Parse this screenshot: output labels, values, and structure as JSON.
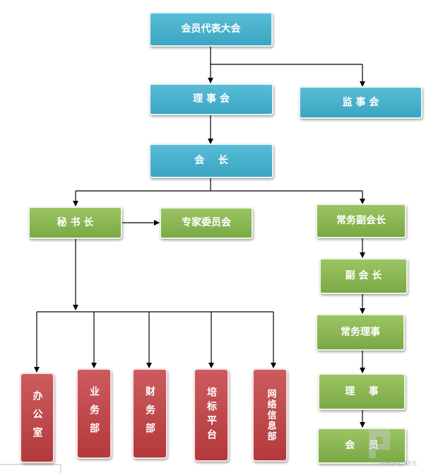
{
  "nodes": {
    "assembly": "会员代表大会",
    "council": "理 事 会",
    "supervisory": "监 事 会",
    "president": "会    长",
    "secretary_general": "秘 书 长",
    "expert_committee": "专家委员会",
    "executive_vp": "常务副会长",
    "vice_president": "副 会 长",
    "executive_director": "常务理事",
    "director": "理    事",
    "member": "会    员",
    "office": "办公室",
    "business_dept": "业务部",
    "finance_dept": "财务部",
    "training_platform": "培标平台",
    "network_info_dept": "网络信息部"
  },
  "colors": {
    "top_level": "#3fa9c6",
    "middle_level": "#86b34e",
    "departments": "#bb4346",
    "connector": "#000000"
  },
  "watermark": "PHPCMS"
}
